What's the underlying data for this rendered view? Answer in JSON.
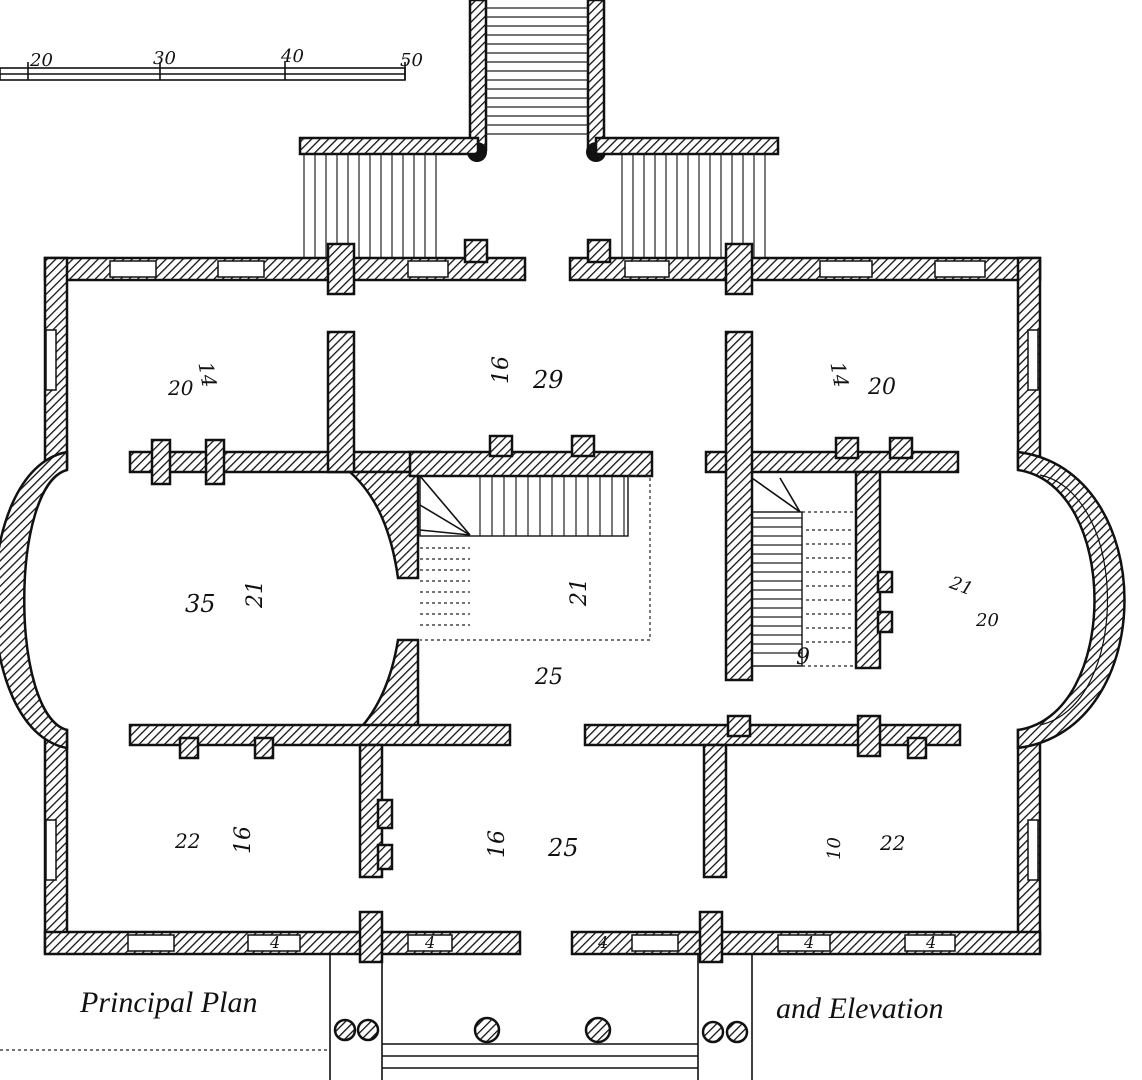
{
  "scale": {
    "ticks": [
      "20",
      "30",
      "40",
      "50"
    ]
  },
  "captions": {
    "left": "Principal Plan",
    "right": "and Elevation"
  },
  "rooms": {
    "nw": {
      "a": "14",
      "b": "20"
    },
    "hall_n": {
      "a": "16",
      "b": "29"
    },
    "ne": {
      "a": "14",
      "b": "20"
    },
    "saloon": {
      "a": "35",
      "b": "21"
    },
    "stair_w": {
      "a": "21"
    },
    "passage": {
      "a": "25"
    },
    "stair_e": {
      "a": "9"
    },
    "east_bow": {
      "a": "21",
      "b": "20"
    },
    "sw": {
      "a": "22",
      "b": "16"
    },
    "hall_s": {
      "a": "16",
      "b": "25"
    },
    "se": {
      "a": "10",
      "b": "22"
    },
    "front_windows": [
      "4",
      "4",
      "4",
      "4",
      "4"
    ]
  }
}
